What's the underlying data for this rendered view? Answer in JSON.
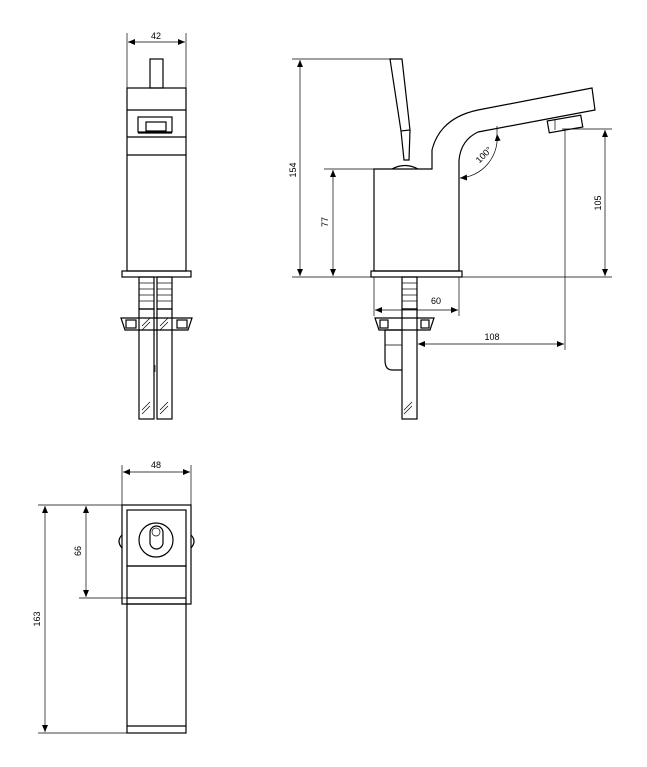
{
  "dimensions": {
    "front_width": "42",
    "side_total_height": "154",
    "side_body_height": "77",
    "side_spout_height": "105",
    "side_angle": "100°",
    "side_base_depth": "60",
    "side_spout_reach": "108",
    "top_width": "48",
    "top_handle_offset": "66",
    "top_length": "163"
  }
}
